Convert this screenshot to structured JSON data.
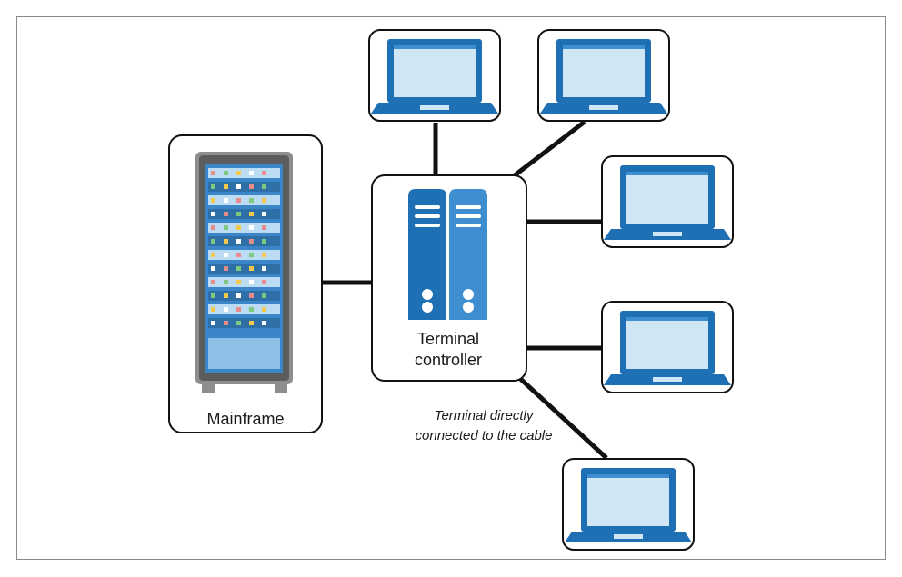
{
  "mainframe": {
    "label": "Mainframe"
  },
  "controller": {
    "label_line1": "Terminal",
    "label_line2": "controller"
  },
  "annotation": {
    "line1": "Terminal directly",
    "line2": "connected to the cable"
  },
  "colors": {
    "screen_fill": "#cfe6f5",
    "device_blue": "#1f6fb5",
    "device_blue_light": "#3f8fd0",
    "line": "#111111",
    "box_border": "#111111",
    "rack_gray": "#8d8d8d"
  },
  "icons": {
    "mainframe": "server-rack-icon",
    "controller": "server-tower-icon",
    "terminal": "laptop-icon"
  }
}
